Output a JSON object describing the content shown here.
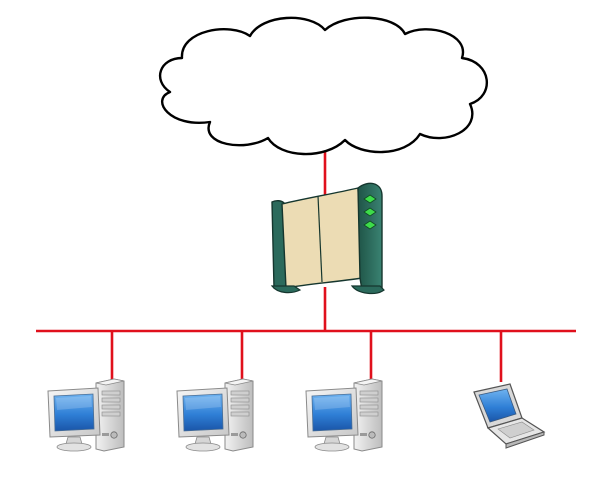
{
  "diagram": {
    "kind": "network-topology",
    "colors": {
      "link": "#e0101c",
      "cloud_fill": "#ffffff",
      "cloud_stroke": "#000000",
      "modem_body": "#2b6a5c",
      "modem_face": "#ecdcb4",
      "modem_led": "#3ddc4a",
      "monitor_bezel": "#e4e4e4",
      "screen": "#2f7fd6",
      "tower": "#dcdcdc",
      "laptop_body": "#d8d8d8"
    },
    "nodes": [
      {
        "id": "internet",
        "icon": "cloud-icon"
      },
      {
        "id": "router",
        "icon": "modem-icon",
        "status_leds": 3
      },
      {
        "id": "pc-1",
        "icon": "desktop-computer-icon"
      },
      {
        "id": "pc-2",
        "icon": "desktop-computer-icon"
      },
      {
        "id": "pc-3",
        "icon": "desktop-computer-icon"
      },
      {
        "id": "laptop-1",
        "icon": "laptop-icon"
      }
    ],
    "links": [
      {
        "from": "internet",
        "to": "router"
      },
      {
        "from": "router",
        "to": "lan-bus"
      },
      {
        "from": "lan-bus",
        "to": "pc-1"
      },
      {
        "from": "lan-bus",
        "to": "pc-2"
      },
      {
        "from": "lan-bus",
        "to": "pc-3"
      },
      {
        "from": "lan-bus",
        "to": "laptop-1"
      }
    ]
  }
}
